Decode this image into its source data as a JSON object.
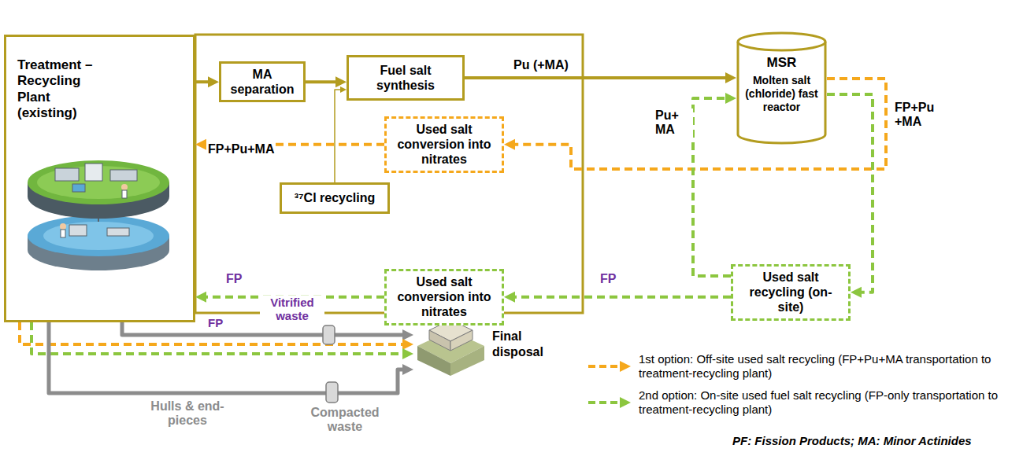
{
  "diagram": {
    "nodes": [
      {
        "text": [
          "Treatment – Recycling Plant (existing)"
        ]
      },
      {
        "text": [
          "MA separation"
        ]
      },
      {
        "text": [
          "Fuel salt synthesis"
        ]
      },
      {
        "text": [
          "MSR",
          "Molten salt (chloride) fast reactor"
        ]
      },
      {
        "text": [
          "Used salt conversion into nitrates"
        ]
      },
      {
        "text": [
          "³⁷Cl recycling"
        ]
      },
      {
        "text": [
          "Used salt conversion into nitrates"
        ]
      },
      {
        "text": [
          "Used salt recycling (on-site)"
        ]
      },
      {
        "text": [
          "Final disposal"
        ]
      }
    ],
    "edges": [
      {
        "from": 0,
        "to": 1,
        "arrow": "to"
      },
      {
        "from": 1,
        "to": 2,
        "arrow": "to"
      },
      {
        "from": 2,
        "to": 3,
        "label": "Pu (+MA)",
        "arrow": "to"
      },
      {
        "from": 5,
        "to": 2,
        "arrow": "to"
      },
      {
        "from": 3,
        "to": 4,
        "label": "FP+Pu +MA",
        "arrow": "to"
      },
      {
        "from": 4,
        "to": 0,
        "label": "FP+Pu+MA",
        "arrow": "to"
      },
      {
        "from": 3,
        "to": 7,
        "arrow": "to"
      },
      {
        "from": 7,
        "to": 3,
        "label": "Pu+ MA",
        "arrow": "to"
      },
      {
        "from": 7,
        "to": 6,
        "label": "FP",
        "arrow": "to"
      },
      {
        "from": 6,
        "to": 0,
        "label": "FP",
        "arrow": "to"
      },
      {
        "from": 0,
        "to": 8,
        "label": "FP",
        "arrow": "to"
      },
      {
        "from": 0,
        "to": 8,
        "arrow": "to"
      },
      {
        "from": 0,
        "to": 8,
        "arrow": "to"
      },
      {
        "from": 0,
        "to": 8,
        "arrow": "to"
      }
    ],
    "labels": [
      "Vitrified waste",
      "Hulls & end-pieces",
      "Compacted waste",
      "PF: Fission Products; MA: Minor Actinides"
    ],
    "legend": [
      {
        "text": "1st option: Off-site used salt recycling (FP+Pu+MA transportation to treatment-recycling plant)"
      },
      {
        "text": "2nd option: On-site used fuel salt recycling (FP-only transportation to treatment-recycling plant)"
      }
    ]
  }
}
